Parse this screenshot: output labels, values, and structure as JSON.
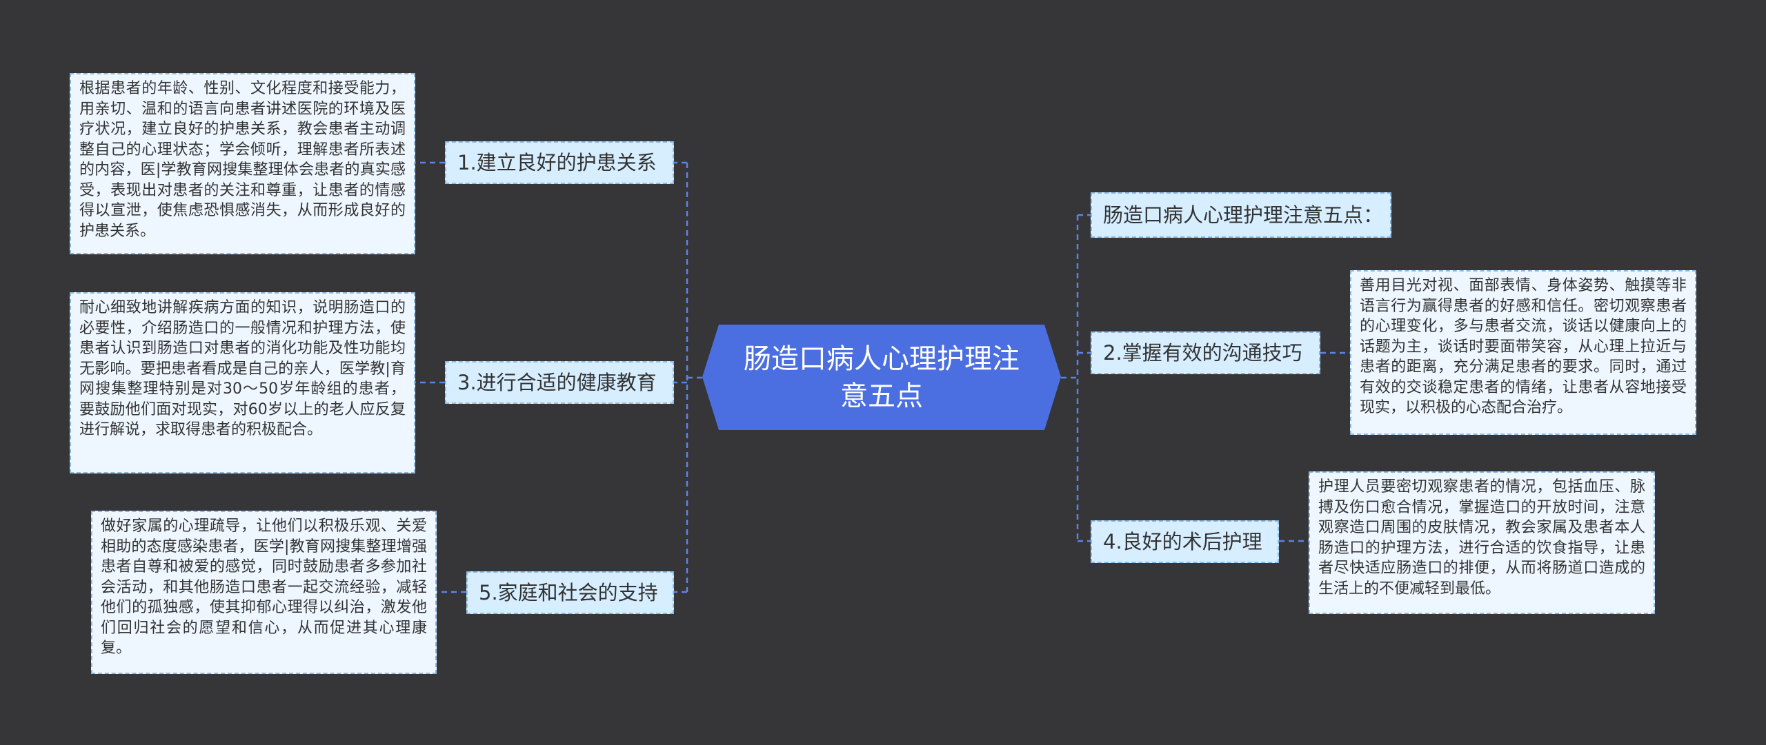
{
  "root": {
    "title": "肠造口病人心理护理注意五点"
  },
  "branches": [
    {
      "label": "1.建立良好的护患关系",
      "detail": "根据患者的年龄、性别、文化程度和接受能力，用亲切、温和的语言向患者讲述医院的环境及医疗状况，建立良好的护患关系，教会患者主动调整自己的心理状态；学会倾听，理解患者所表述的内容，医|学教育网搜集整理体会患者的真实感受，表现出对患者的关注和尊重，让患者的情感得以宣泄，使焦虑恐惧感消失，从而形成良好的护患关系。"
    },
    {
      "label": "3.进行合适的健康教育",
      "detail": "耐心细致地讲解疾病方面的知识，说明肠造口的必要性，介绍肠造口的一般情况和护理方法，使患者认识到肠造口对患者的消化功能及性功能均无影响。要把患者看成是自己的亲人，医学教|育网搜集整理特别是对30～50岁年龄组的患者，要鼓励他们面对现实，对60岁以上的老人应反复进行解说，求取得患者的积极配合。"
    },
    {
      "label": "5.家庭和社会的支持",
      "detail": "做好家属的心理疏导，让他们以积极乐观、关爱相助的态度感染患者，医学|教育网搜集整理增强患者自尊和被爱的感觉，同时鼓励患者多参加社会活动，和其他肠造口患者一起交流经验，减轻他们的孤独感，使其抑郁心理得以纠治，激发他们回归社会的愿望和信心，从而促进其心理康复。"
    },
    {
      "label": "肠造口病人心理护理注意五点："
    },
    {
      "label": "2.掌握有效的沟通技巧",
      "detail": "善用目光对视、面部表情、身体姿势、触摸等非语言行为赢得患者的好感和信任。密切观察患者的心理变化，多与患者交流，谈话以健康向上的话题为主，谈话时要面带笑容，从心理上拉近与患者的距离，充分满足患者的要求。同时，通过有效的交谈稳定患者的情绪，让患者从容地接受现实，以积极的心态配合治疗。"
    },
    {
      "label": "4.良好的术后护理",
      "detail": "护理人员要密切观察患者的情况，包括血压、脉搏及伤口愈合情况，掌握造口的开放时间，注意观察造口周围的皮肤情况，教会家属及患者本人肠造口的护理方法，进行合适的饮食指导，让患者尽快适应肠造口的排便，从而将肠道口造成的生活上的不便减轻到最低。"
    }
  ],
  "colors": {
    "background": "#363538",
    "root": "#4B6FE0",
    "connector": "#5B84E8",
    "branch_fill": "#D6EEFF",
    "leaf_fill": "#EEF7FF",
    "border": "#8CB9E4"
  }
}
